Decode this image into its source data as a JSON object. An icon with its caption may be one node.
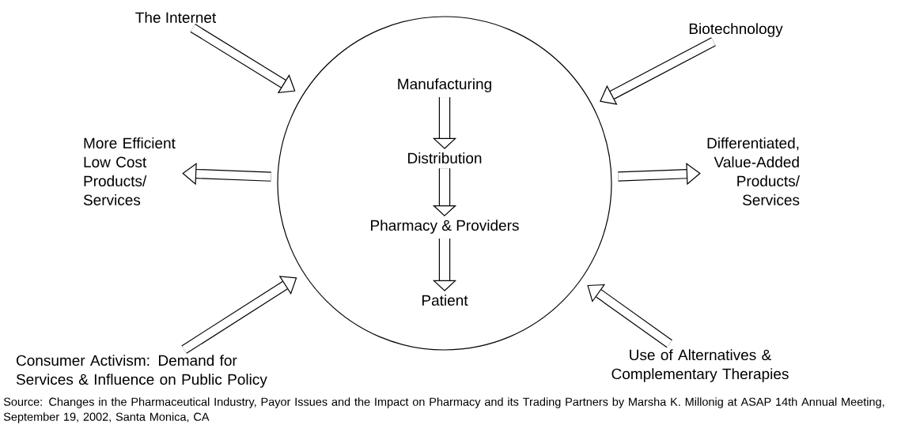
{
  "diagram": {
    "caption": "Source: Changes in the Pharmaceutical Industry, Payor Issues and the Impact on Pharmacy and its Trading Partners by Marsha K. Millonig at ASAP 14th Annual Meeting, September 19, 2002, Santa Monica, CA",
    "nodes": [
      {
        "text": [],
        "shape": "circle"
      },
      {
        "text": [
          "Manufacturing"
        ],
        "in": 0
      },
      {
        "text": [
          "Distribution"
        ],
        "in": 0
      },
      {
        "text": [
          "Pharmacy & Providers"
        ],
        "in": 0
      },
      {
        "text": [
          "Patient"
        ],
        "in": 0
      },
      {
        "text": [
          "The Internet"
        ]
      },
      {
        "text": [
          "Biotechnology"
        ]
      },
      {
        "text": [
          "More Efficient Low Cost Products/ Services"
        ]
      },
      {
        "text": [
          "Differentiated, Value-Added Products/ Services"
        ]
      },
      {
        "text": [
          "Consumer Activism: Demand for Services & Influence on Public Policy"
        ]
      },
      {
        "text": [
          "Use of Alternatives & Complementary Therapies"
        ]
      }
    ],
    "edges": [
      {
        "from": 1,
        "to": 2,
        "arrow": "to"
      },
      {
        "from": 2,
        "to": 3,
        "arrow": "to"
      },
      {
        "from": 3,
        "to": 4,
        "arrow": "to"
      },
      {
        "from": 5,
        "to": 0,
        "arrow": "to"
      },
      {
        "from": 6,
        "to": 0,
        "arrow": "to"
      },
      {
        "from": 0,
        "to": 7,
        "arrow": "to"
      },
      {
        "from": 0,
        "to": 8,
        "arrow": "to"
      },
      {
        "from": 9,
        "to": 0,
        "arrow": "to"
      },
      {
        "from": 10,
        "to": 0,
        "arrow": "to"
      }
    ]
  }
}
